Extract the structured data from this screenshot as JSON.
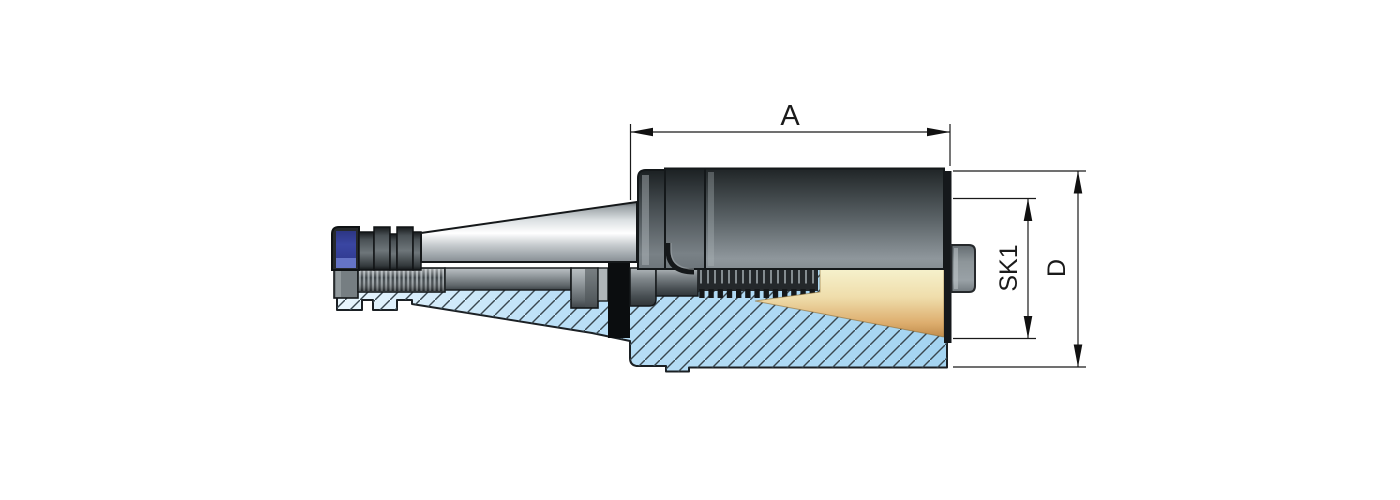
{
  "drawing": {
    "kind": "tool-holder-cross-section",
    "dimensions": {
      "projection_length_label": "A",
      "taper_gauge_diameter_label": "SK1",
      "outer_diameter_label": "D"
    },
    "colors": {
      "background": "#ffffff",
      "section_hatch_blue": "#a9d8f4",
      "section_hatch_line": "#3a474f",
      "cap_blue": "#3a46a2",
      "cap_blue_light": "#6574c6",
      "taper_bore_tan": "#efddab",
      "body_dark_gray": "#2c3234",
      "body_light_gray": "#8f979c",
      "outline": "#15181a",
      "dimension_line": "#1a1a1a"
    }
  }
}
